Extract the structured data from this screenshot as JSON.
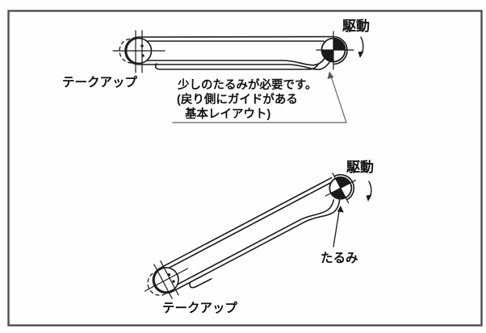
{
  "canvas": {
    "background": "#fefefe",
    "border_color": "#4d4d4d",
    "ink": "#1a1a1a",
    "leader_color": "#7a7a7a"
  },
  "top_diagram": {
    "drive_label": "駆動",
    "takeup_label": "テークアップ",
    "note": {
      "line1": "少しのたるみが必要です。",
      "line2": "(戻り側にガイドがある",
      "line3": "基本レイアウト)"
    }
  },
  "bottom_diagram": {
    "drive_label": "駆動",
    "takeup_label": "テークアップ",
    "slack_label": "たるみ"
  }
}
